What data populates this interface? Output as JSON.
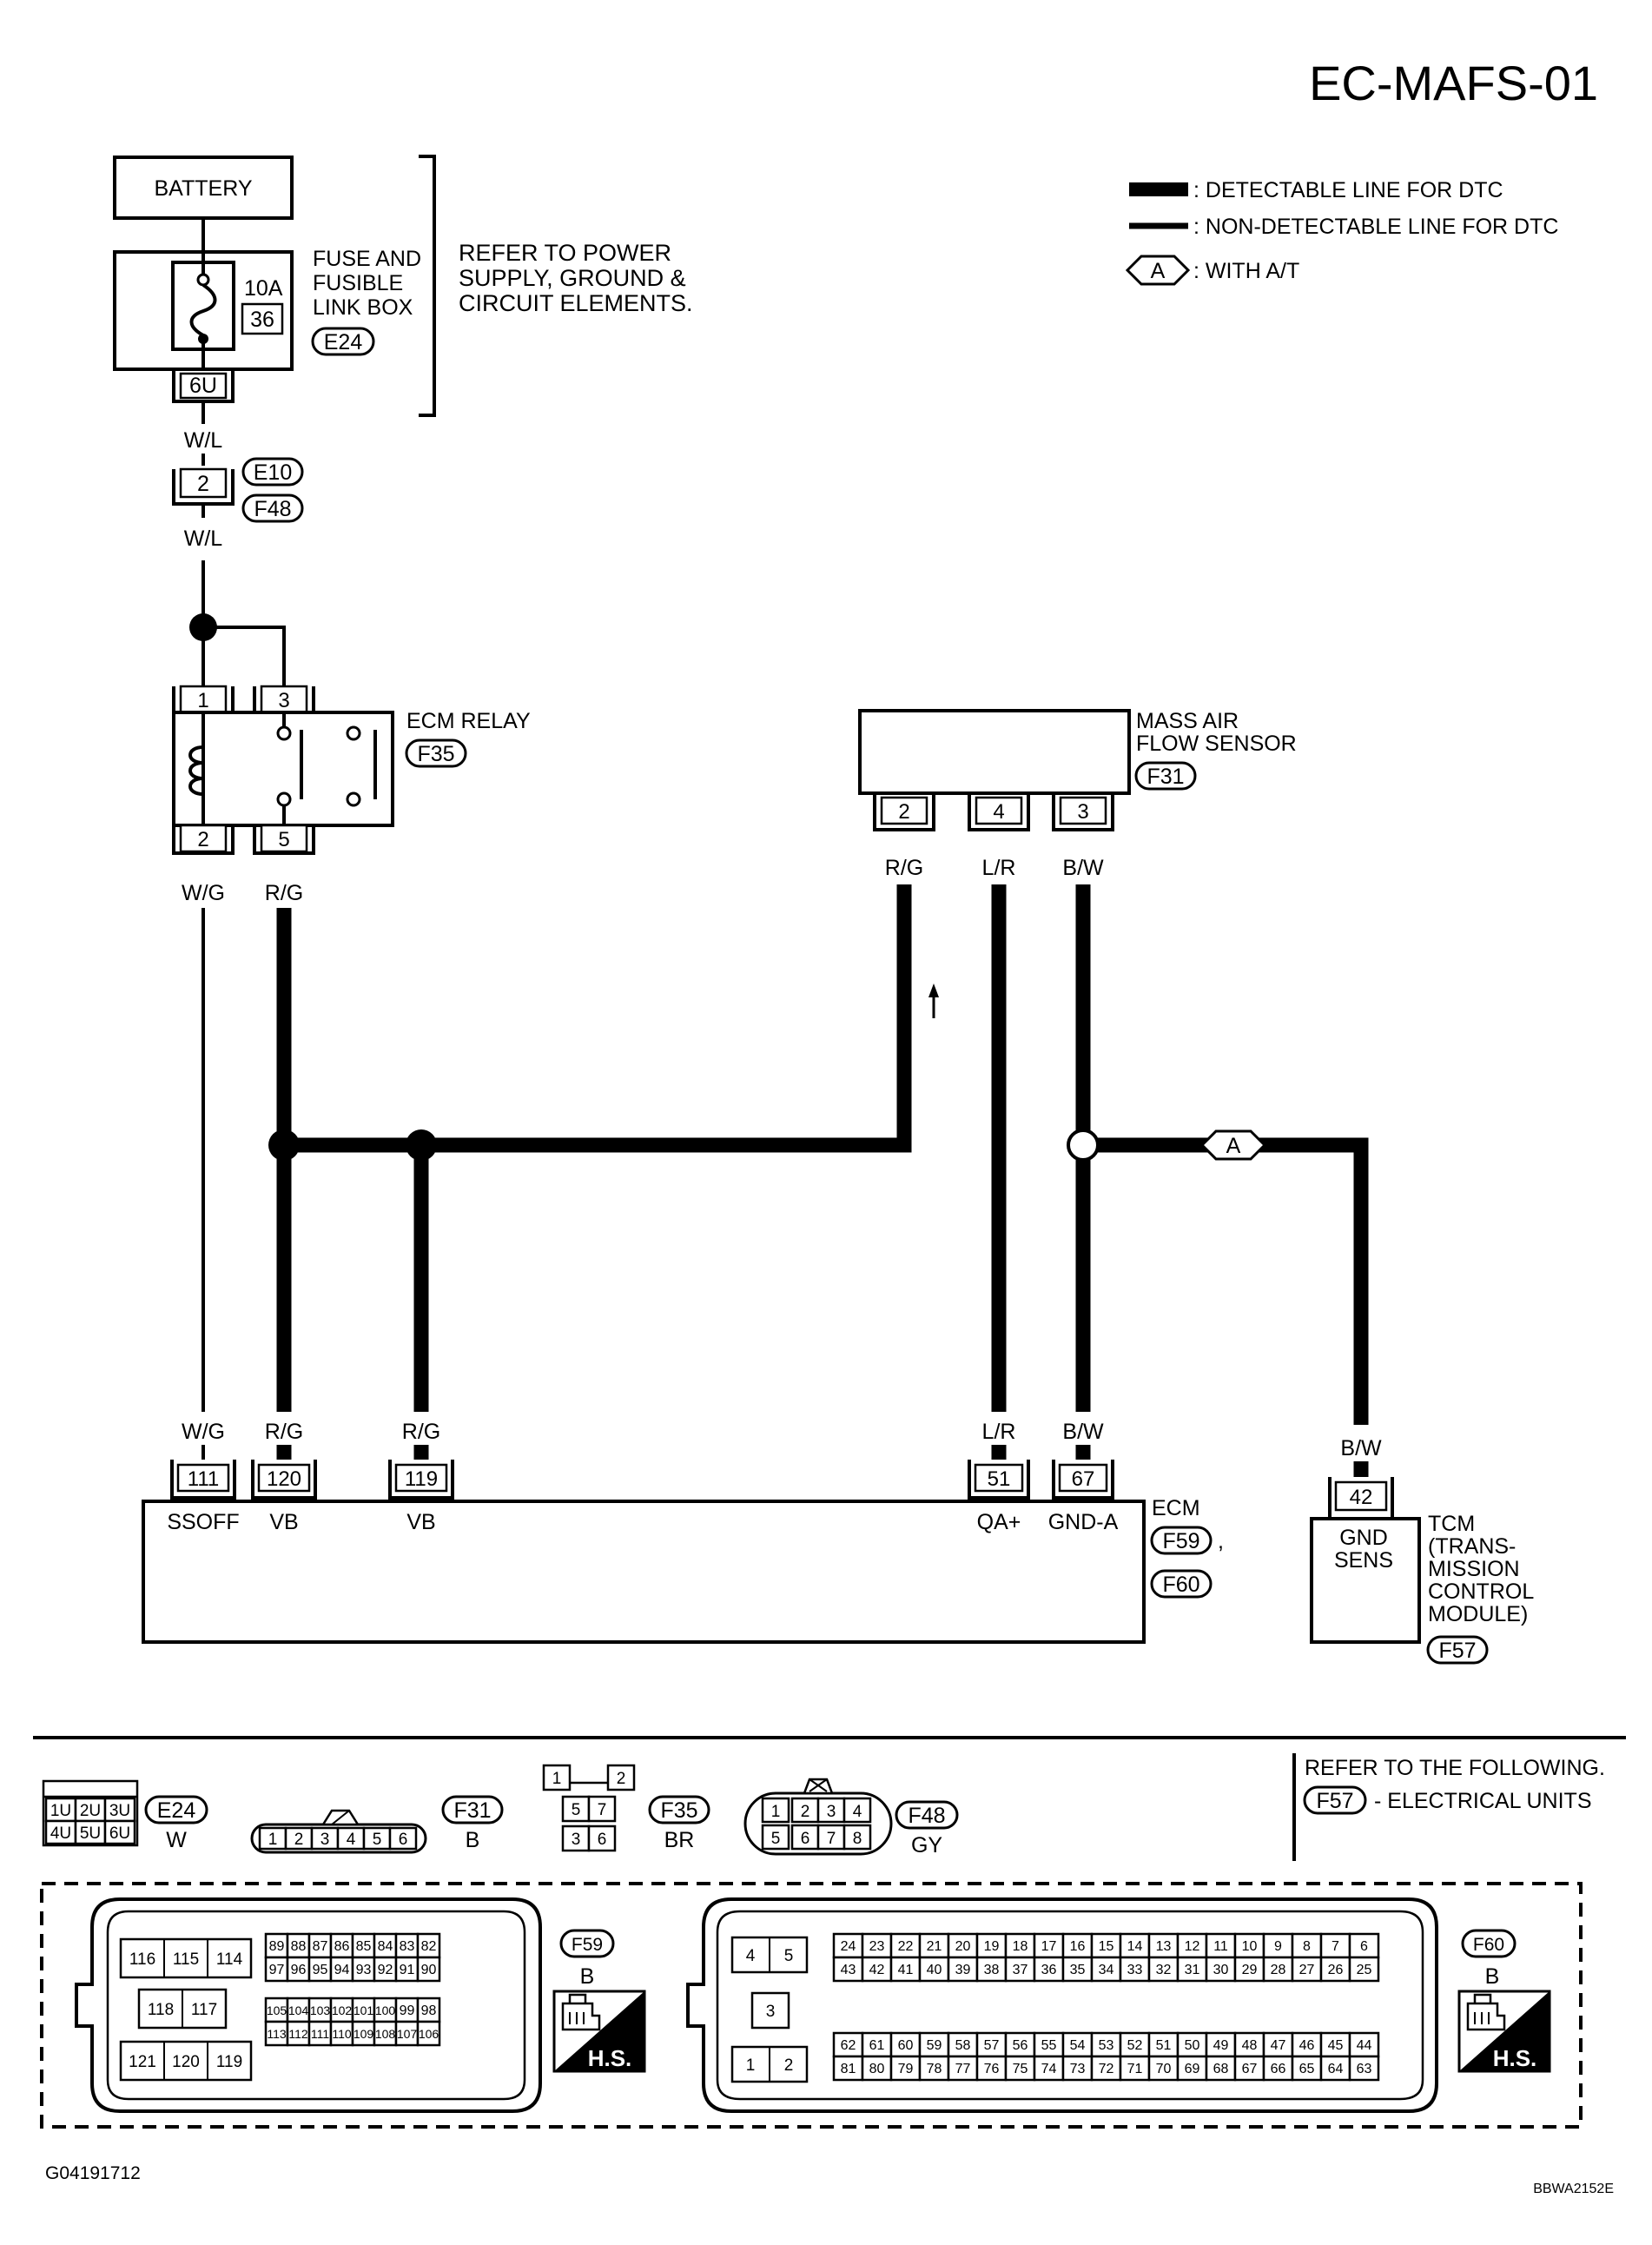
{
  "header": {
    "title": "EC-MAFS-01"
  },
  "legend": {
    "detectable": ": DETECTABLE LINE FOR DTC",
    "non_detectable": ": NON-DETECTABLE LINE FOR DTC",
    "with_at_tag": "A",
    "with_at": ": WITH A/T"
  },
  "power": {
    "battery": "BATTERY",
    "fuse_box_line1": "FUSE AND",
    "fuse_box_line2": "FUSIBLE",
    "fuse_box_line3": "LINK BOX",
    "fuse_box_code": "E24",
    "fuse_amp": "10A",
    "fuse_no": "36",
    "terminal_6u": "6U",
    "note_line1": "REFER TO POWER",
    "note_line2": "SUPPLY, GROUND &",
    "note_line3": "CIRCUIT ELEMENTS.",
    "wire_wl": "W/L",
    "joint_pin": "2",
    "joint_code_top": "E10",
    "joint_code_bottom": "F48"
  },
  "relay": {
    "title": "ECM RELAY",
    "code": "F35",
    "pins_top": [
      "1",
      "3"
    ],
    "pins_bottom": [
      "2",
      "5"
    ],
    "wire_left": "W/G",
    "wire_right": "R/G"
  },
  "sensor": {
    "title_line1": "MASS AIR",
    "title_line2": "FLOW SENSOR",
    "code": "F31",
    "pins": [
      "2",
      "4",
      "3"
    ],
    "wires": [
      "R/G",
      "L/R",
      "B/W"
    ]
  },
  "ecm": {
    "title": "ECM",
    "codes": [
      "F59",
      "F60"
    ],
    "comma": ",",
    "pins": [
      "111",
      "120",
      "119",
      "51",
      "67"
    ],
    "wires": [
      "W/G",
      "R/G",
      "R/G",
      "L/R",
      "B/W"
    ],
    "signals": [
      "SSOFF",
      "VB",
      "VB",
      "QA+",
      "GND-A"
    ]
  },
  "tcm": {
    "wire": "B/W",
    "pin": "42",
    "signal_line1": "GND",
    "signal_line2": "SENS",
    "title_line1": "TCM",
    "title_line2": "(TRANS-",
    "title_line3": "MISSION",
    "title_line4": "CONTROL",
    "title_line5": "MODULE)",
    "code": "F57"
  },
  "wire_tag": "A",
  "connectors": {
    "e24": {
      "code": "E24",
      "color": "W",
      "pins_top": [
        "1U",
        "2U",
        "3U"
      ],
      "pins_bottom": [
        "4U",
        "5U",
        "6U"
      ]
    },
    "f31": {
      "code": "F31",
      "color": "B",
      "pins": [
        "1",
        "2",
        "3",
        "4",
        "5",
        "6"
      ]
    },
    "f35": {
      "code": "F35",
      "color": "BR",
      "pins_top": [
        "1",
        "2"
      ],
      "pins_mid": [
        "5",
        "7"
      ],
      "pins_bottom": [
        "3",
        "6"
      ]
    },
    "f48": {
      "code": "F48",
      "color": "GY",
      "pins_top": [
        "1",
        "2",
        "3",
        "4"
      ],
      "pins_bottom": [
        "5",
        "6",
        "7",
        "8"
      ]
    },
    "refer_line1": "REFER TO THE FOLLOWING.",
    "refer_code": "F57",
    "refer_line2": "- ELECTRICAL UNITS",
    "f59": {
      "code": "F59",
      "color": "B",
      "hs": "H.S.",
      "big_row1": [
        "116",
        "115",
        "114"
      ],
      "big_row2": [
        "118",
        "117"
      ],
      "big_row3": [
        "121",
        "120",
        "119"
      ],
      "grid_row1": [
        "89",
        "88",
        "87",
        "86",
        "85",
        "84",
        "83",
        "82"
      ],
      "grid_row2": [
        "97",
        "96",
        "95",
        "94",
        "93",
        "92",
        "91",
        "90"
      ],
      "grid_row3": [
        "105",
        "104",
        "103",
        "102",
        "101",
        "100",
        "99",
        "98"
      ],
      "grid_row4": [
        "113",
        "112",
        "111",
        "110",
        "109",
        "108",
        "107",
        "106"
      ]
    },
    "f60": {
      "code": "F60",
      "color": "B",
      "hs": "H.S.",
      "big_row1": [
        "4",
        "5"
      ],
      "big_row2": [
        "3"
      ],
      "big_row3": [
        "1",
        "2"
      ],
      "grid_row1": [
        "24",
        "23",
        "22",
        "21",
        "20",
        "19",
        "18",
        "17",
        "16",
        "15",
        "14",
        "13",
        "12",
        "11",
        "10",
        "9",
        "8",
        "7",
        "6"
      ],
      "grid_row2": [
        "43",
        "42",
        "41",
        "40",
        "39",
        "38",
        "37",
        "36",
        "35",
        "34",
        "33",
        "32",
        "31",
        "30",
        "29",
        "28",
        "27",
        "26",
        "25"
      ],
      "grid_row3": [
        "62",
        "61",
        "60",
        "59",
        "58",
        "57",
        "56",
        "55",
        "54",
        "53",
        "52",
        "51",
        "50",
        "49",
        "48",
        "47",
        "46",
        "45",
        "44"
      ],
      "grid_row4": [
        "81",
        "80",
        "79",
        "78",
        "77",
        "76",
        "75",
        "74",
        "73",
        "72",
        "71",
        "70",
        "69",
        "68",
        "67",
        "66",
        "65",
        "64",
        "63"
      ]
    }
  },
  "footer": {
    "left_code": "G04191712",
    "right_code": "BBWA2152E"
  }
}
